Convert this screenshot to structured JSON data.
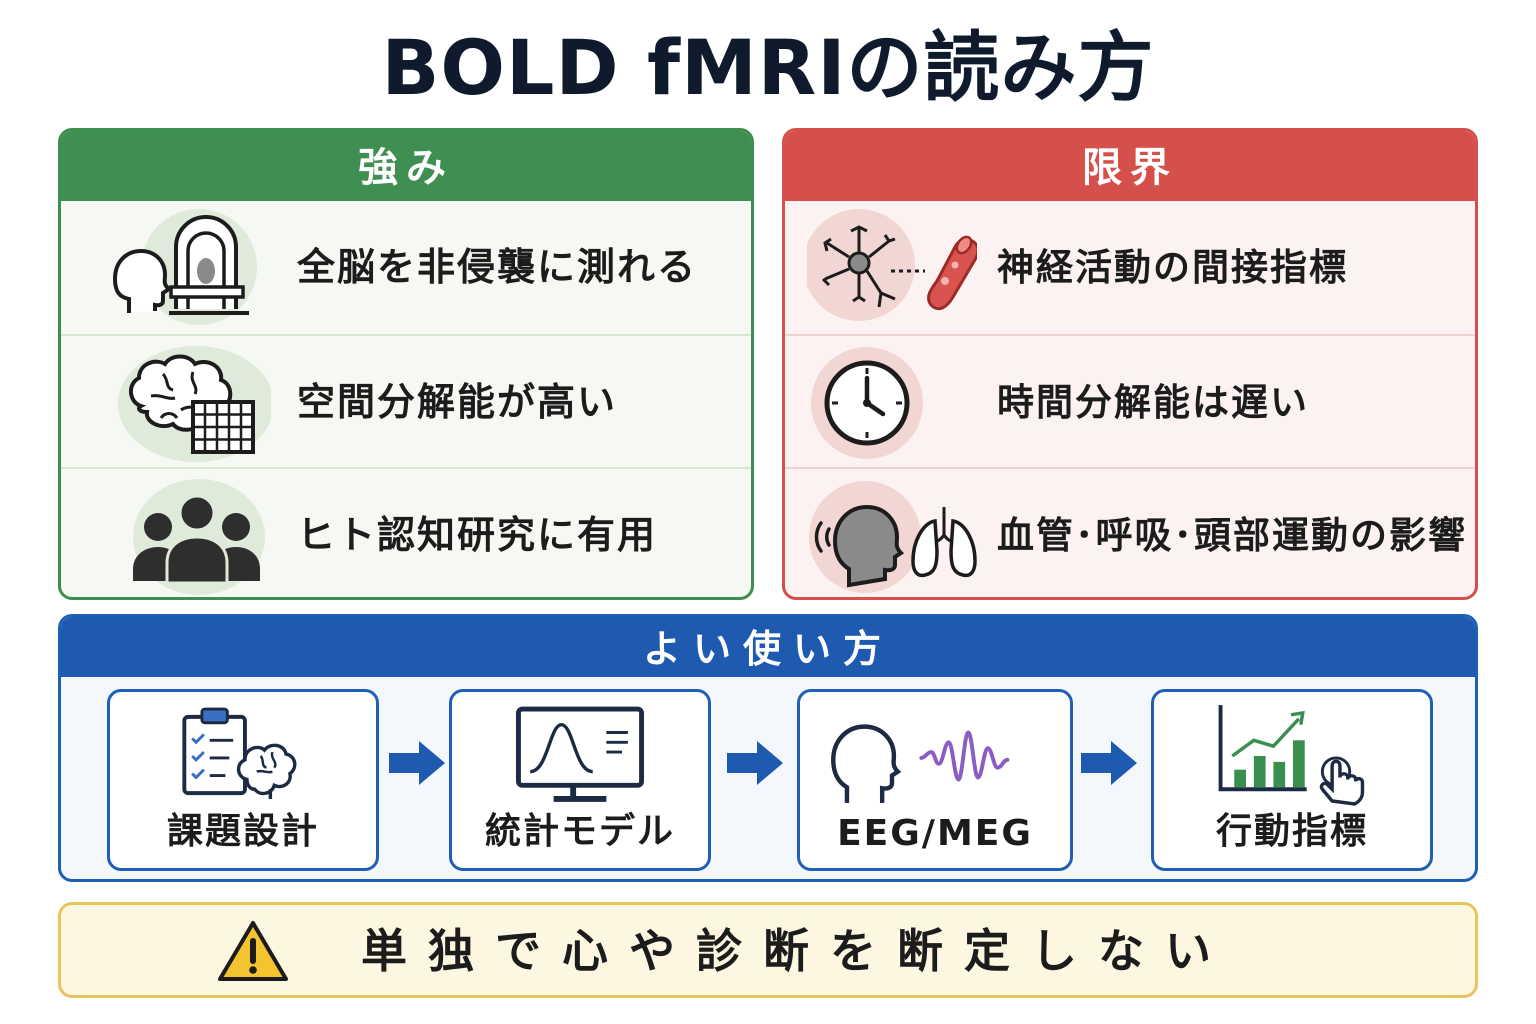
{
  "title": "BOLD fMRIの読み方",
  "strengths": {
    "heading": "強み",
    "items": [
      {
        "text": "全脳を非侵襲に測れる",
        "icon": "mri-scanner-icon"
      },
      {
        "text": "空間分解能が高い",
        "icon": "brain-grid-icon"
      },
      {
        "text": "ヒト認知研究に有用",
        "icon": "people-group-icon"
      }
    ]
  },
  "limits": {
    "heading": "限界",
    "items": [
      {
        "text": "神経活動の間接指標",
        "icon": "neuron-vessel-icon"
      },
      {
        "text": "時間分解能は遅い",
        "icon": "clock-icon"
      },
      {
        "text": "血管･呼吸･頭部運動の影響",
        "icon": "head-lungs-icon"
      }
    ]
  },
  "usage": {
    "heading": "よい使い方",
    "steps": [
      {
        "label": "課題設計",
        "icon": "clipboard-brain-icon"
      },
      {
        "label": "統計モデル",
        "icon": "monitor-curve-icon"
      },
      {
        "label": "EEG/MEG",
        "icon": "head-wave-icon"
      },
      {
        "label": "行動指標",
        "icon": "bar-chart-hand-icon"
      }
    ]
  },
  "warning": {
    "text": "単独で心や診断を断定しない",
    "icon": "warning-icon"
  },
  "colors": {
    "strength": "#3f8f52",
    "limit": "#d5504a",
    "usage": "#1e5ab0",
    "warning_border": "#e7c55c",
    "warning_bg": "#fdf6e0"
  }
}
